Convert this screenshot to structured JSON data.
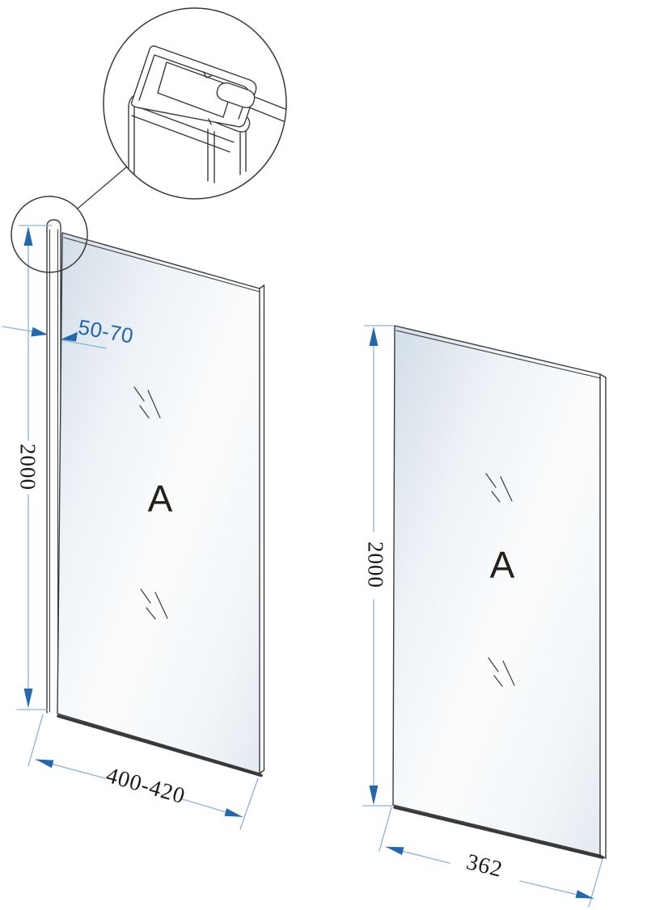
{
  "left_panel": {
    "glass_label": "A",
    "height_dim": "2000",
    "width_dim": "400-420",
    "wall_profile_adjustment_dim": "50-70"
  },
  "right_panel": {
    "glass_label": "A",
    "height_dim": "2000",
    "width_dim": "362"
  },
  "colors": {
    "dimension_arrow_blue": "#2368ad",
    "dimension_line_blue": "#8ab1da",
    "dimension_text_blue": "#1d67ae",
    "line_art": "#3a3a3a",
    "glass_tint_dark": "#d2dde7",
    "glass_tint_light": "#fdfefe"
  }
}
